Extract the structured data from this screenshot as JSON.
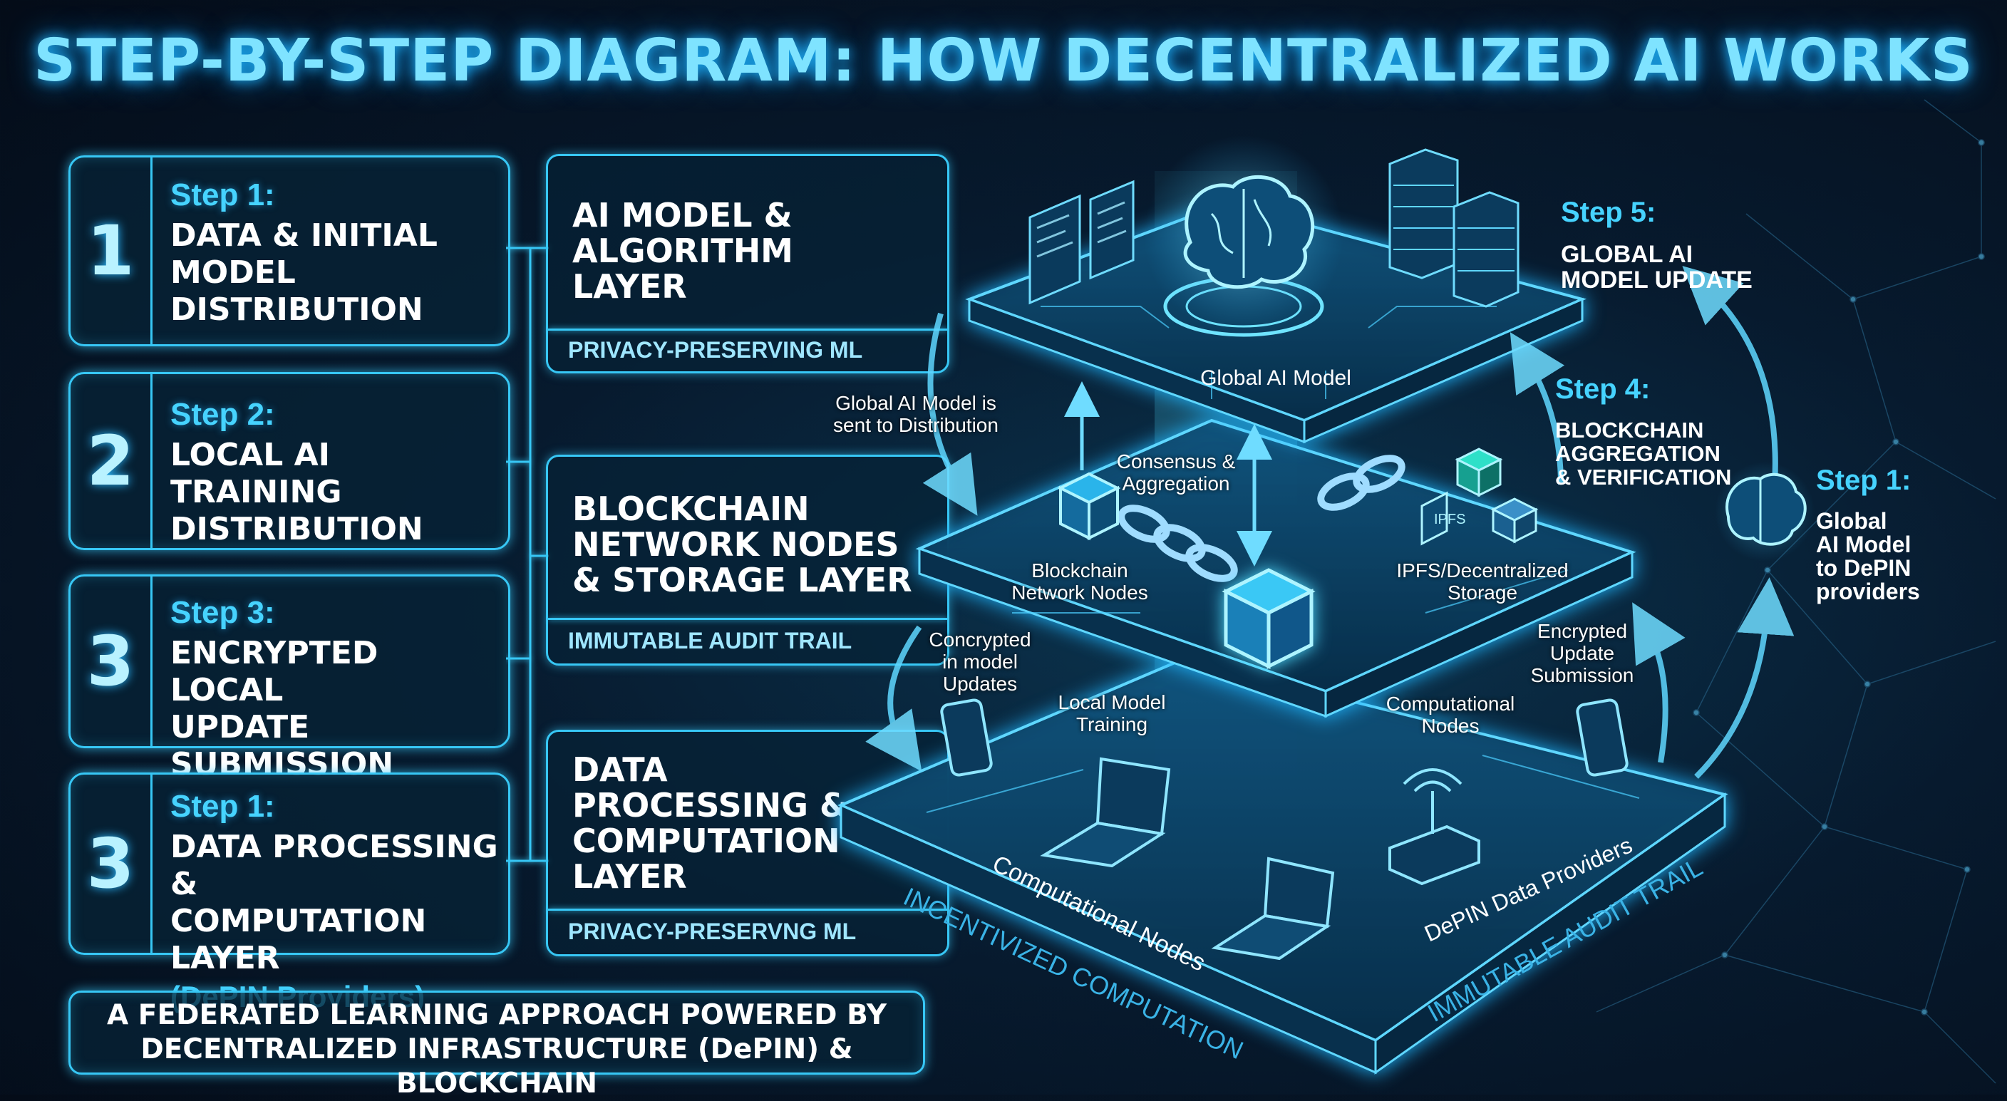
{
  "title": "STEP-BY-STEP DIAGRAM: HOW DECENTRALIZED AI WORKS",
  "steps": [
    {
      "num": "1",
      "label": "Step 1:",
      "title": "DATA & INITIAL\nMODEL DISTRIBUTION"
    },
    {
      "num": "2",
      "label": "Step 2:",
      "title": "LOCAL AI TRAINING\nDISTRIBUTION"
    },
    {
      "num": "3",
      "label": "Step 3:",
      "title": "ENCRYPTED LOCAL\nUPDATE SUBMISSION"
    },
    {
      "num": "3",
      "label": "Step 1:",
      "title": "DATA PROCESSING &\nCOMPUTATION LAYER",
      "sub": "(DePIN Providers)"
    }
  ],
  "layers": [
    {
      "title": "AI MODEL &\nALGORITHM\nLAYER",
      "sub": "PRIVACY-PRESERVING ML"
    },
    {
      "title": "BLOCKCHAIN\nNETWORK NODES\n& STORAGE LAYER",
      "sub": "IMMUTABLE AUDIT TRAIL"
    },
    {
      "title": "DATA\nPROCESSING &\nCOMPUTATION\nLAYER",
      "sub": "PRIVACY-PRESERVNG ML"
    }
  ],
  "footer": "A FEDERATED LEARNING APPROACH POWERED BY\nDECENTRALIZED INFRASTRUCTURE (DePIN) & BLOCKCHAIN",
  "diagram": {
    "global_model": "Global AI Model",
    "sent_to_distribution": "Global AI Model is\nsent to Distribution",
    "consensus": "Consensus &\nAggregation",
    "blockchain_nodes": "Blockchain\nNetwork Nodes",
    "ipfs": "IPFS/Decentralized\nStorage",
    "ipfs_cube": "IPFS",
    "concrypted": "Concrypted\nin model\nUpdates",
    "encrypted_submission": "Encrypted\nUpdate\nSubmission",
    "local_training": "Local Model\nTraining",
    "computational_nodes_top": "Computational\nNodes",
    "computational_nodes_edge": "Computational Nodes",
    "depin_providers": "DePIN Data Providers",
    "incentivized": "INCENTIVIZED COMPUTATION",
    "immutable": "IMMUTABLE AUDIT TRAIL"
  },
  "right_steps": [
    {
      "label": "Step 5:",
      "text": "GLOBAL AI\nMODEL UPDATE"
    },
    {
      "label": "Step 4:",
      "text": "BLOCKCHAIN\nAGGREGATION\n& VERIFICATION"
    },
    {
      "label": "Step 1:",
      "text": "Global\nAI Model\nto DePIN\nproviders"
    }
  ],
  "colors": {
    "accent": "#37c7f5",
    "label": "#46d3ff",
    "background": "#071a2e"
  },
  "icons": [
    "brain-icon",
    "server-icon",
    "cube-icon",
    "chain-icon",
    "phone-icon",
    "laptop-icon",
    "router-icon"
  ]
}
